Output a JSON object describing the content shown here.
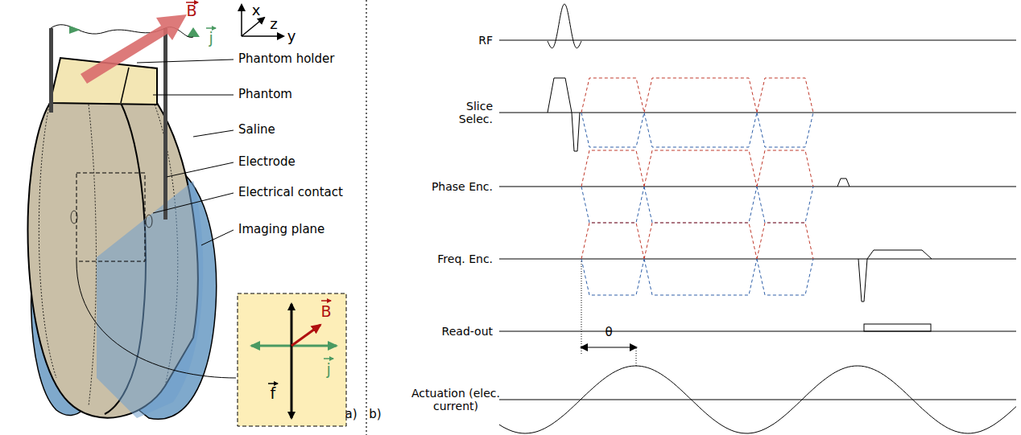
{
  "diagram": {
    "labels": [
      "x",
      "z",
      "y",
      "B",
      "j",
      "Phantom holder",
      "Phantom",
      "Saline",
      "Electrode",
      "Electrical contact",
      "Imaging plane",
      "B",
      "j",
      "f",
      "a)",
      "b)",
      "RF",
      "Slice Selec.",
      "Phase Enc.",
      "Freq. Enc.",
      "Read-out",
      "Actuation (elec. current)",
      "θ"
    ]
  }
}
